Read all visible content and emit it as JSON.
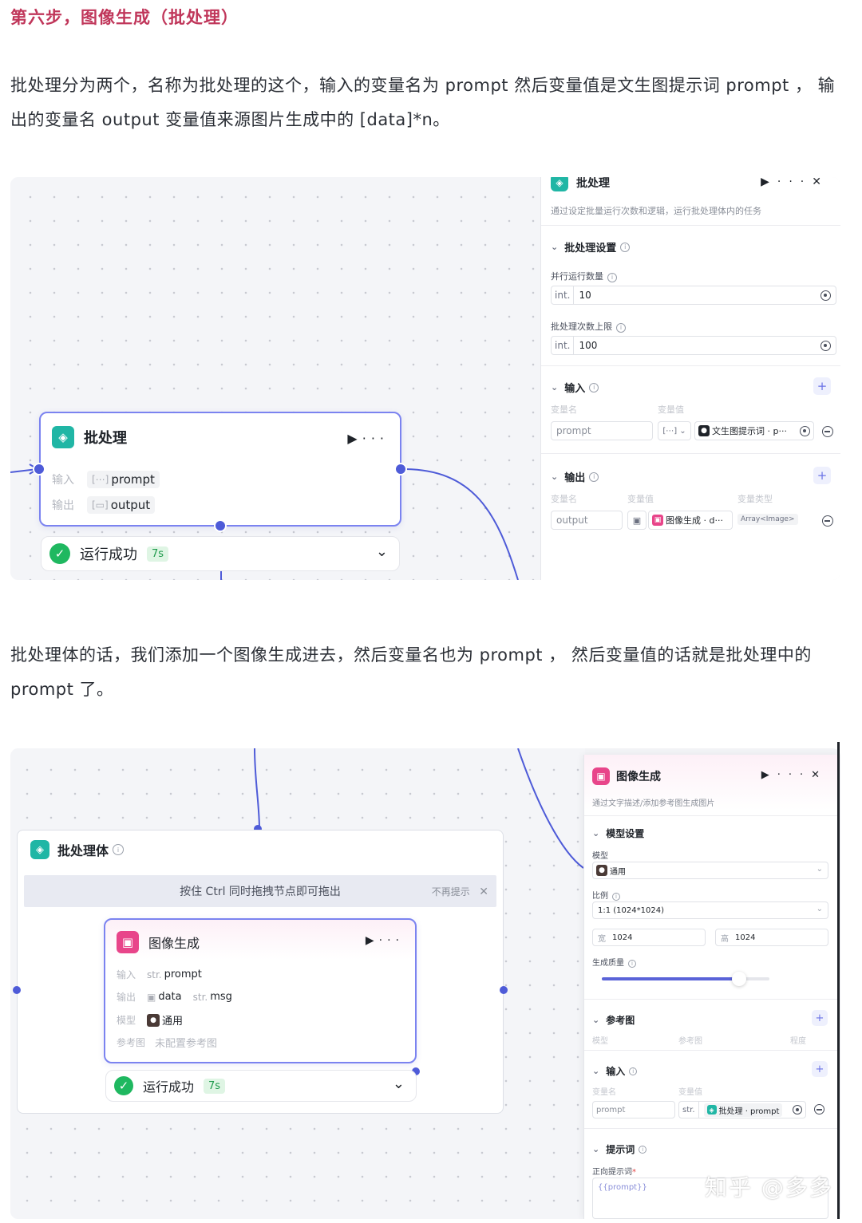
{
  "heading": "第六步，图像生成（批处理）",
  "para1": "批处理分为两个，名称为批处理的这个，输入的变量名为 prompt 然后变量值是文生图提示词 prompt ， 输出的变量名 output 变量值来源图片生成中的 [data]*n。",
  "para2": "批处理体的话，我们添加一个图像生成进去，然后变量名也为 prompt ， 然后变量值的话就是批处理中的 prompt 了。",
  "shot1": {
    "node": {
      "title": "批处理",
      "input_label": "输入",
      "input_value": "prompt",
      "output_label": "输出",
      "output_value": "output",
      "status": "运行成功",
      "time": "7s"
    },
    "panel": {
      "title": "批处理",
      "desc": "通过设定批量运行次数和逻辑，运行批处理体内的任务",
      "settings_title": "批处理设置",
      "parallel_label": "并行运行数量",
      "parallel_type": "int.",
      "parallel_value": "10",
      "limit_label": "批处理次数上限",
      "limit_type": "int.",
      "limit_value": "100",
      "input_title": "输入",
      "col_name": "变量名",
      "col_value": "变量值",
      "input_var": "prompt",
      "input_ref": "文生图提示词 · p···",
      "output_title": "输出",
      "col_type": "变量类型",
      "output_var": "output",
      "output_ref": "图像生成 · d···",
      "output_type": "Array<Image>"
    }
  },
  "shot2": {
    "body": {
      "title": "批处理体",
      "hint": "按住 Ctrl 同时拖拽节点即可拖出",
      "hint_dismiss": "不再提示"
    },
    "node": {
      "title": "图像生成",
      "input_label": "输入",
      "input_type": "str.",
      "input_value": "prompt",
      "output_label": "输出",
      "output_value1": "data",
      "output_type2": "str.",
      "output_value2": "msg",
      "model_label": "模型",
      "model_value": "通用",
      "ref_label": "参考图",
      "ref_value": "未配置参考图",
      "status": "运行成功",
      "time": "7s"
    },
    "panel": {
      "title": "图像生成",
      "desc": "通过文字描述/添加参考图生成图片",
      "model_settings": "模型设置",
      "model_label": "模型",
      "model_value": "通用",
      "ratio_label": "比例",
      "ratio_value": "1:1 (1024*1024)",
      "width_label": "宽",
      "width_value": "1024",
      "height_label": "高",
      "height_value": "1024",
      "quality_label": "生成质量",
      "quality_level": 0.82,
      "ref_title": "参考图",
      "ref_col1": "模型",
      "ref_col2": "参考图",
      "ref_col3": "程度",
      "input_title": "输入",
      "col_name": "变量名",
      "col_value": "变量值",
      "input_var": "prompt",
      "input_type": "str.",
      "input_ref": "批处理 · prompt",
      "prompt_title": "提示词",
      "positive_label": "正向提示词",
      "positive_value": "{{prompt}}"
    }
  },
  "watermark": "知乎 @多多"
}
